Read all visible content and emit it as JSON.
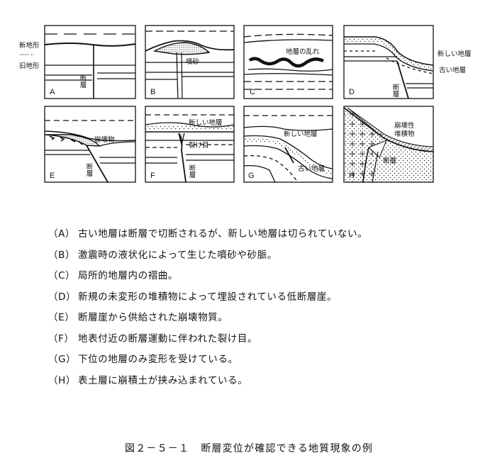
{
  "panels": [
    {
      "letter": "A",
      "labels": {
        "left_top": "新地形",
        "left_bottom": "旧地形",
        "fault": "断層"
      }
    },
    {
      "letter": "B",
      "labels": {
        "sand": "噴砂"
      }
    },
    {
      "letter": "C",
      "labels": {
        "disturb": "地層の乱れ"
      }
    },
    {
      "letter": "D",
      "labels": {
        "new": "新しい地層",
        "old": "古い地層",
        "fault": "断層"
      }
    },
    {
      "letter": "E",
      "labels": {
        "collapse": "崩壊物",
        "fault": "断層"
      }
    },
    {
      "letter": "F",
      "labels": {
        "new": "新しい地層",
        "crack": "裂け目",
        "fault": "断層"
      }
    },
    {
      "letter": "G",
      "labels": {
        "new": "新しい地層",
        "old": "古い地層"
      }
    },
    {
      "letter": "H",
      "labels": {
        "colluvium_1": "崩壊性",
        "colluvium_2": "堆積物",
        "fault": "断層"
      }
    }
  ],
  "captions": [
    {
      "key": "（A）",
      "text": "古い地層は断層で切断されるが、新しい地層は切られていない。"
    },
    {
      "key": "（B）",
      "text": "激震時の液状化によって生じた噴砂や砂脈。"
    },
    {
      "key": "（C）",
      "text": "局所的地層内の褶曲。"
    },
    {
      "key": "（D）",
      "text": "新規の未変形の堆積物によって埋設されている低断層崖。"
    },
    {
      "key": "（E）",
      "text": "断層崖から供給された崩壊物質。"
    },
    {
      "key": "（F）",
      "text": "地表付近の断層運動に伴われた裂け目。"
    },
    {
      "key": "（G）",
      "text": "下位の地層のみ変形を受けている。"
    },
    {
      "key": "（H）",
      "text": "表土層に崩積土が挟み込まれている。"
    }
  ],
  "figure": {
    "number": "図２－５－１",
    "title": "断層変位が確認できる地質現象の例"
  }
}
